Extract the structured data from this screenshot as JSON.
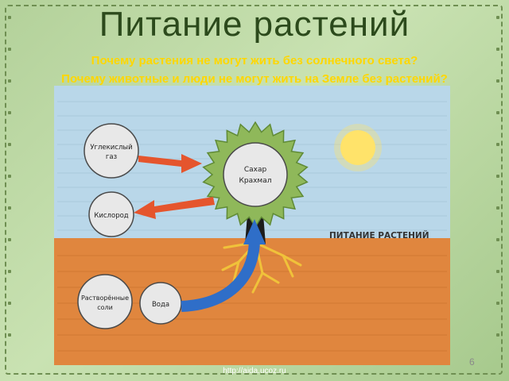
{
  "slide": {
    "title": "Питание растений",
    "question_1": "Почему растения не могут жить без солнечного света?",
    "question_2": "Почему животные и люди не могут жить на Земле без растений?",
    "page_number": "6",
    "footer_url": "http://aida.ucoz.ru"
  },
  "diagram": {
    "caption": "ПИТАНИЕ РАСТЕНИЙ",
    "labels": {
      "co2_line1": "Углекислый",
      "co2_line2": "газ",
      "oxygen": "Кислород",
      "salts_line1": "Растворённые",
      "salts_line2": "соли",
      "water": "Вода",
      "sugar": "Сахар",
      "starch": "Крахмал"
    },
    "colors": {
      "soil": "#e0863e",
      "sky": "#b9d7e9",
      "crown": "#8fb85a",
      "arrow_red": "#e5552d",
      "arrow_blue": "#2f6ec8",
      "sun": "#ffe36a",
      "roots": "#f0c23a"
    }
  }
}
